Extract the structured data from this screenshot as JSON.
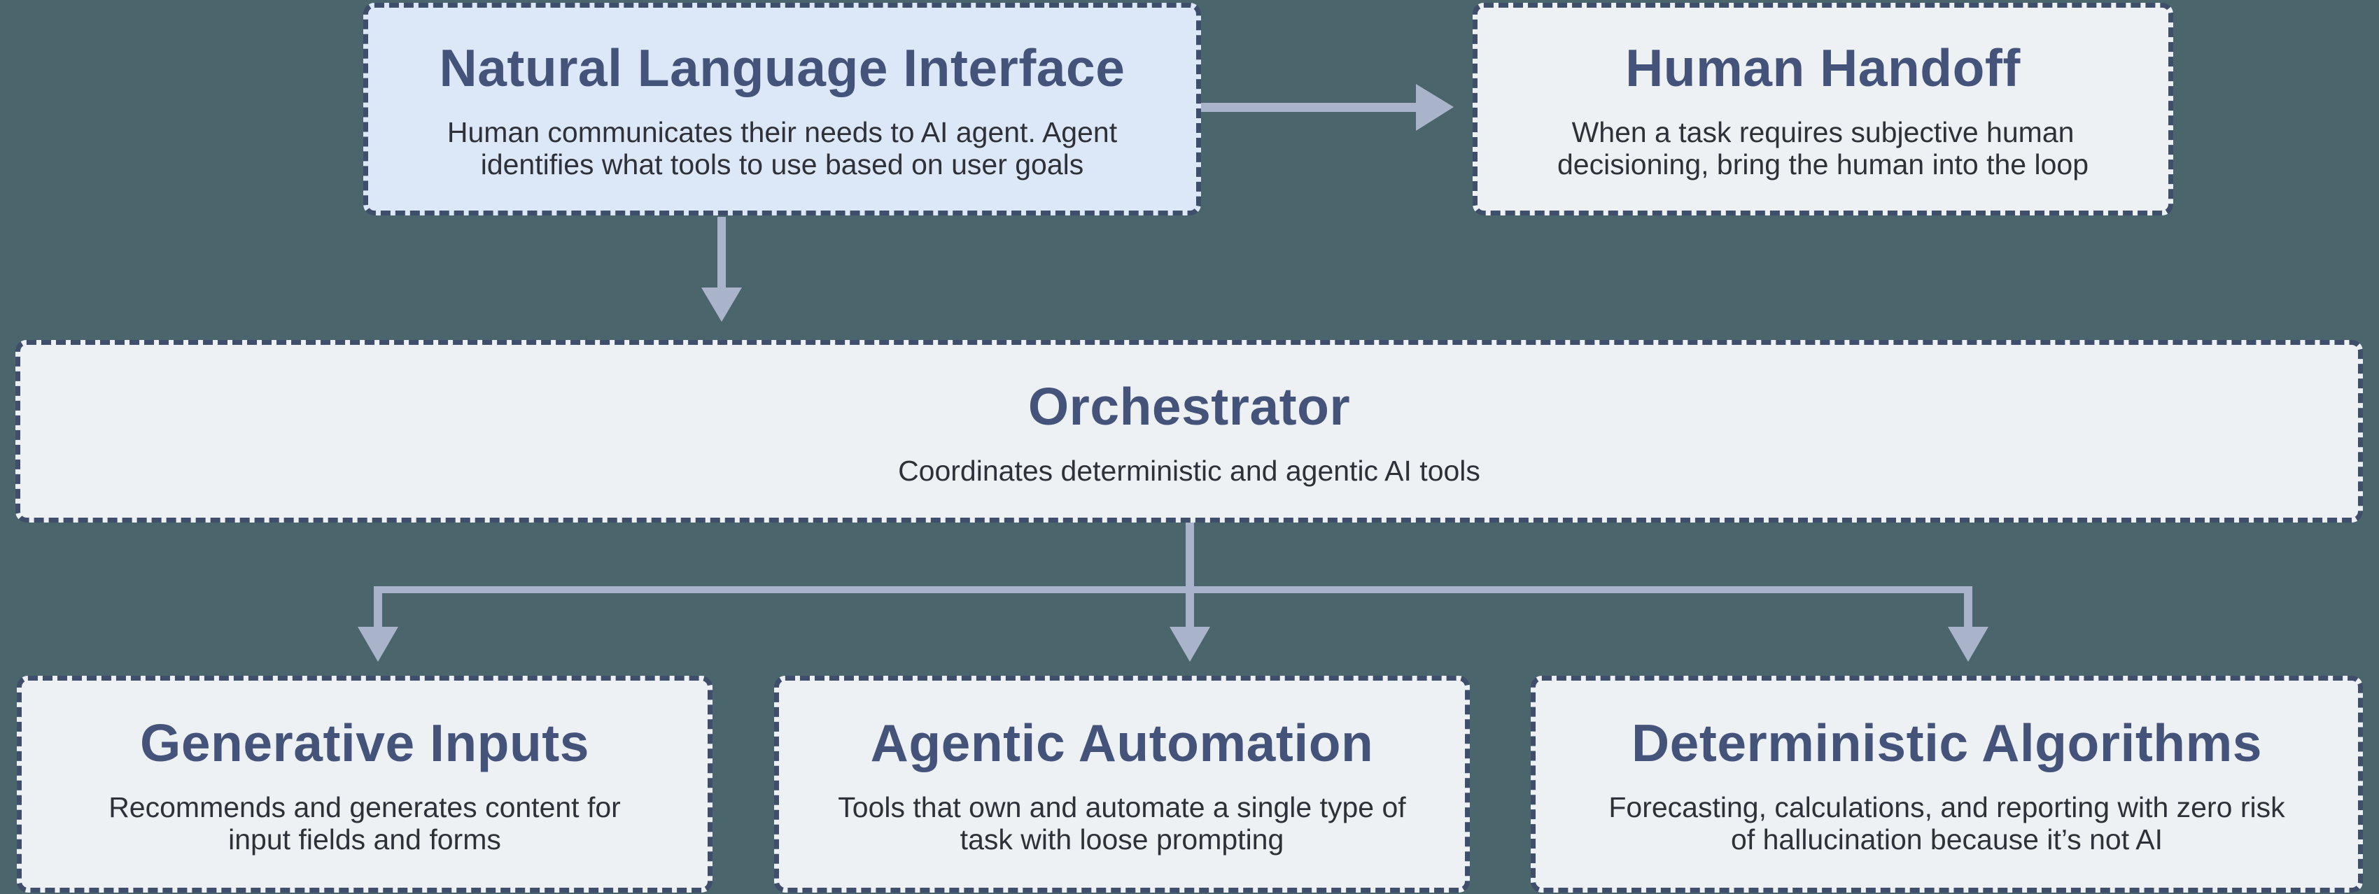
{
  "colors": {
    "background": "#4b656c",
    "box_fill_highlight": "#dce8f8",
    "box_fill_default": "#eef1f4",
    "box_border": "#3f4e6a",
    "title_text": "#44537a",
    "body_text": "#2e3138",
    "arrow": "#a9b4ca"
  },
  "nodes": {
    "natural_language_interface": {
      "title": "Natural Language Interface",
      "desc_line1": "Human communicates their needs to AI agent. Agent",
      "desc_line2": "identifies what tools to use based on user goals"
    },
    "human_handoff": {
      "title": "Human Handoff",
      "desc_line1": "When a task requires subjective human",
      "desc_line2": "decisioning, bring the human into the loop"
    },
    "orchestrator": {
      "title": "Orchestrator",
      "desc_line1": "Coordinates deterministic and agentic AI tools"
    },
    "generative_inputs": {
      "title": "Generative Inputs",
      "desc_line1": "Recommends and generates content for",
      "desc_line2": "input fields and forms"
    },
    "agentic_automation": {
      "title": "Agentic Automation",
      "desc_line1": "Tools that own and automate a single type of",
      "desc_line2": "task with loose prompting"
    },
    "deterministic_algorithms": {
      "title": "Deterministic Algorithms",
      "desc_line1": "Forecasting, calculations, and reporting with zero risk",
      "desc_line2": "of hallucination because it’s not AI"
    }
  }
}
